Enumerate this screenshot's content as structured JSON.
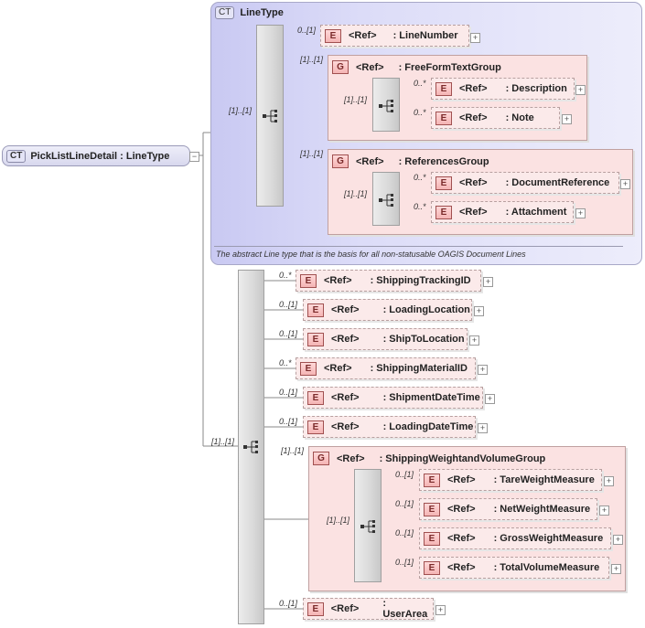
{
  "root": {
    "badge": "CT",
    "label": "PickListLineDetail : LineType"
  },
  "line_type": {
    "badge": "CT",
    "title": "LineType",
    "sequence_card": "[1]..[1]",
    "documentation": "The abstract Line type that is the basis for all non-statusable OAGIS Document Lines",
    "line_number": {
      "card": "0..[1]",
      "tag": "E",
      "ref": "<Ref>",
      "name": ": LineNumber"
    },
    "free_form_group": {
      "card": "[1]..[1]",
      "tag": "G",
      "ref": "<Ref>",
      "name": ": FreeFormTextGroup",
      "sequence_card": "[1]..[1]",
      "items": [
        {
          "card": "0..*",
          "tag": "E",
          "ref": "<Ref>",
          "name": ": Description"
        },
        {
          "card": "0..*",
          "tag": "E",
          "ref": "<Ref>",
          "name": ": Note"
        }
      ]
    },
    "references_group": {
      "card": "[1]..[1]",
      "tag": "G",
      "ref": "<Ref>",
      "name": ": ReferencesGroup",
      "sequence_card": "[1]..[1]",
      "items": [
        {
          "card": "0..*",
          "tag": "E",
          "ref": "<Ref>",
          "name": ": DocumentReference"
        },
        {
          "card": "0..*",
          "tag": "E",
          "ref": "<Ref>",
          "name": ": Attachment"
        }
      ]
    }
  },
  "extension": {
    "sequence_card": "[1]..[1]",
    "elements": [
      {
        "card": "0..*",
        "tag": "E",
        "ref": "<Ref>",
        "name": ": ShippingTrackingID"
      },
      {
        "card": "0..[1]",
        "tag": "E",
        "ref": "<Ref>",
        "name": ": LoadingLocation"
      },
      {
        "card": "0..[1]",
        "tag": "E",
        "ref": "<Ref>",
        "name": ": ShipToLocation"
      },
      {
        "card": "0..*",
        "tag": "E",
        "ref": "<Ref>",
        "name": ": ShippingMaterialID"
      },
      {
        "card": "0..[1]",
        "tag": "E",
        "ref": "<Ref>",
        "name": ": ShipmentDateTime"
      },
      {
        "card": "0..[1]",
        "tag": "E",
        "ref": "<Ref>",
        "name": ": LoadingDateTime"
      }
    ],
    "weight_group": {
      "card": "[1]..[1]",
      "tag": "G",
      "ref": "<Ref>",
      "name": ": ShippingWeightandVolumeGroup",
      "sequence_card": "[1]..[1]",
      "items": [
        {
          "card": "0..[1]",
          "tag": "E",
          "ref": "<Ref>",
          "name": ": TareWeightMeasure"
        },
        {
          "card": "0..[1]",
          "tag": "E",
          "ref": "<Ref>",
          "name": ": NetWeightMeasure"
        },
        {
          "card": "0..[1]",
          "tag": "E",
          "ref": "<Ref>",
          "name": ": GrossWeightMeasure"
        },
        {
          "card": "0..[1]",
          "tag": "E",
          "ref": "<Ref>",
          "name": ": TotalVolumeMeasure"
        }
      ]
    },
    "user_area": {
      "card": "0..[1]",
      "tag": "E",
      "ref": "<Ref>",
      "name": ": UserArea"
    }
  }
}
